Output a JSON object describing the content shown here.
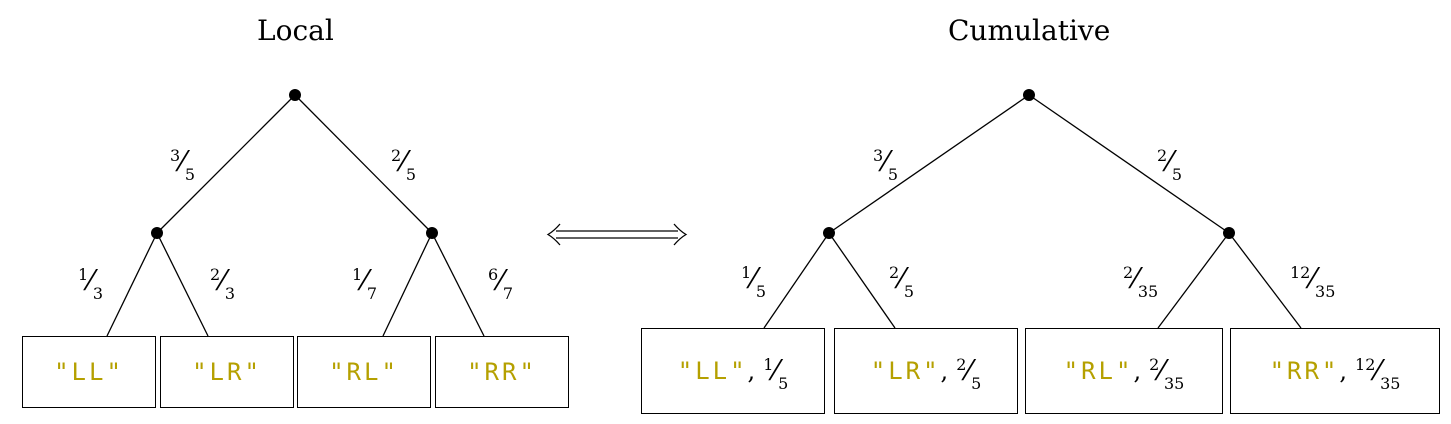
{
  "titles": {
    "left": "Local",
    "right": "Cumulative"
  },
  "local": {
    "edges": {
      "root_left": {
        "num": "3",
        "den": "5"
      },
      "root_right": {
        "num": "2",
        "den": "5"
      },
      "l_left": {
        "num": "1",
        "den": "3"
      },
      "l_right": {
        "num": "2",
        "den": "3"
      },
      "r_left": {
        "num": "1",
        "den": "7"
      },
      "r_right": {
        "num": "6",
        "den": "7"
      }
    },
    "leaves": [
      "\"LL\"",
      "\"LR\"",
      "\"RL\"",
      "\"RR\""
    ]
  },
  "cumulative": {
    "edges": {
      "root_left": {
        "num": "3",
        "den": "5"
      },
      "root_right": {
        "num": "2",
        "den": "5"
      },
      "l_left": {
        "num": "1",
        "den": "5"
      },
      "l_right": {
        "num": "2",
        "den": "5"
      },
      "r_left": {
        "num": "2",
        "den": "35"
      },
      "r_right": {
        "num": "12",
        "den": "35"
      }
    },
    "leaves": [
      {
        "label": "\"LL\"",
        "num": "1",
        "den": "5"
      },
      {
        "label": "\"LR\"",
        "num": "2",
        "den": "5"
      },
      {
        "label": "\"RL\"",
        "num": "2",
        "den": "35"
      },
      {
        "label": "\"RR\"",
        "num": "12",
        "den": "35"
      }
    ]
  },
  "separator": ","
}
